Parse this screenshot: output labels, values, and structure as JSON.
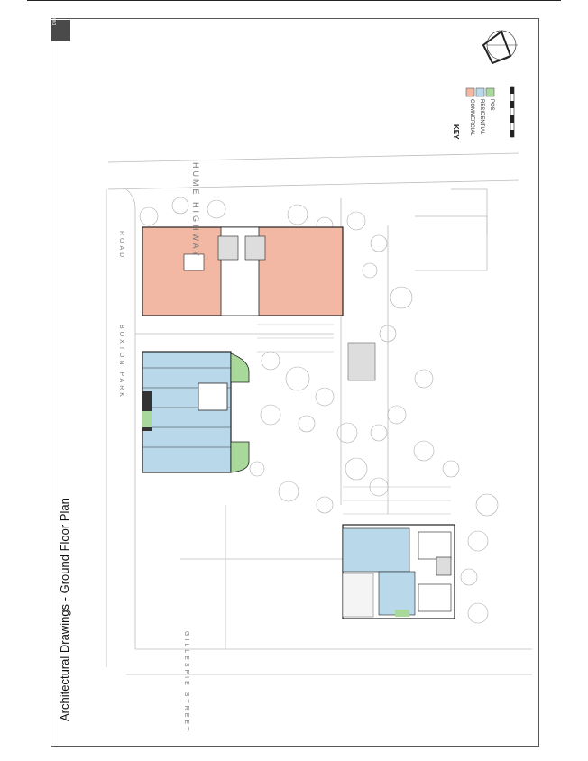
{
  "page_title": "Architectural Drawings - Ground Floor Plan",
  "logo": {
    "text": "DWM"
  },
  "key": {
    "title": "KEY",
    "items": [
      {
        "label": "COMMERCIAL",
        "color": "#f2b8a3"
      },
      {
        "label": "RESIDENTIAL",
        "color": "#b9d8ea"
      },
      {
        "label": "POS",
        "color": "#a8d89a"
      }
    ]
  },
  "streets": {
    "hume": "HUME HIGHWAY",
    "boxton_park": "BOXTON PARK",
    "road": "ROAD",
    "gillespie": "GILLESPIE STREET"
  },
  "colors": {
    "commercial": "#f2b8a3",
    "residential": "#b9d8ea",
    "pos": "#a8d89a",
    "line": "#222222",
    "grey": "#bbbbbb"
  }
}
